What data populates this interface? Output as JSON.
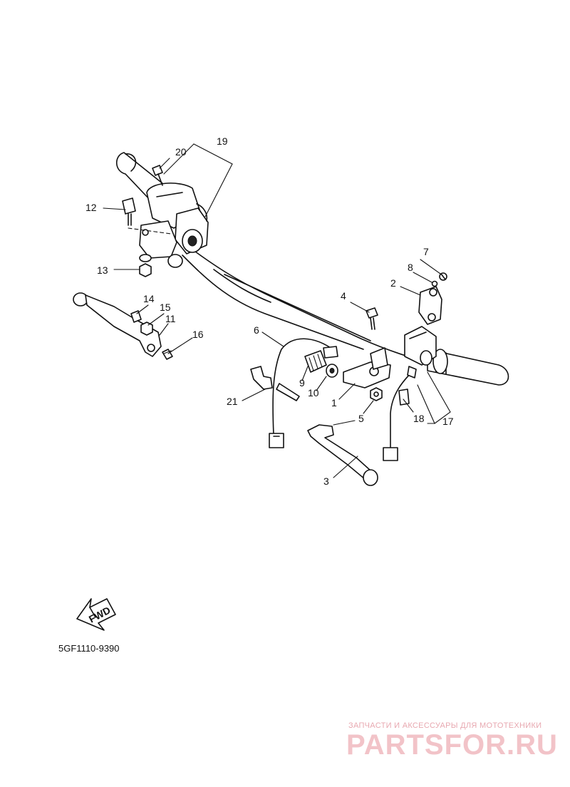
{
  "diagram": {
    "labels": [
      "1",
      "2",
      "3",
      "4",
      "5",
      "6",
      "7",
      "8",
      "9",
      "10",
      "11",
      "12",
      "13",
      "14",
      "15",
      "16",
      "17",
      "18",
      "19",
      "20",
      "21"
    ],
    "fwd_label": "FWD",
    "code": "5GF1110-9390"
  },
  "watermark": {
    "line1": "ЗАПЧАСТИ И АКСЕССУАРЫ ДЛЯ МОТОТЕХНИКИ",
    "line2": "PARTSFOR.RU"
  }
}
